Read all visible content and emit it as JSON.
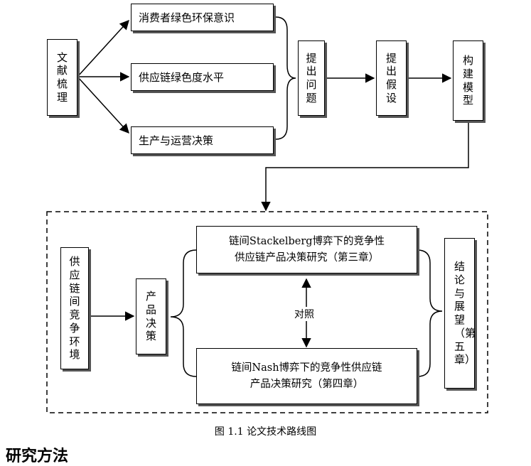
{
  "top": {
    "lit_review": "文献梳理",
    "topics": [
      "消费者绿色环保意识",
      "供应链绿色度水平",
      "生产与运营决策"
    ],
    "raise_question": "提出问题",
    "hypothesis": "提出假设",
    "build_model": "构建模型"
  },
  "bottom": {
    "env": "供应链间竞争环境",
    "decision": "产品决策",
    "chapter3_line1": "链间Stackelberg博弈下的竞争性",
    "chapter3_line2": "供应链产品决策研究（第三章）",
    "compare": "对照",
    "chapter4_line1": "链间Nash博弈下的竞争性供应链",
    "chapter4_line2": "产品决策研究（第四章）",
    "conclusion": "结论与展望（第五章）"
  },
  "caption": "图 1.1 论文技术路线图",
  "section_heading": "研究方法"
}
